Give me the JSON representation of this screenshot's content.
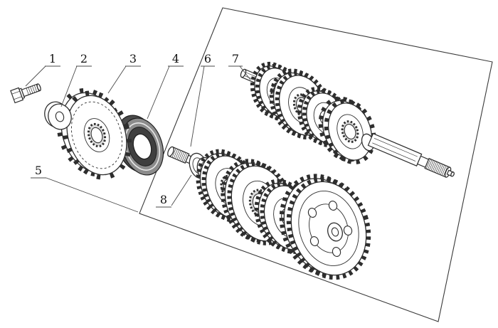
{
  "figure": {
    "type": "exploded-parts-diagram",
    "callouts": [
      {
        "label": "1",
        "part": "hex-flange-bolt"
      },
      {
        "label": "2",
        "part": "flat-washer"
      },
      {
        "label": "3",
        "part": "drive-sprocket"
      },
      {
        "label": "4",
        "part": "oil-seal"
      },
      {
        "label": "5",
        "part": "assembly-boundary"
      },
      {
        "label": "6",
        "part": "output-shaft-spline-end"
      },
      {
        "label": "7",
        "part": "input-shaft-assembly"
      },
      {
        "label": "8",
        "part": "bearing-collar"
      }
    ],
    "colors": {
      "line": "#2e2e2e",
      "leader": "#4a4a4a",
      "background": "#ffffff",
      "seal_dark": "#3f3f3f"
    }
  }
}
